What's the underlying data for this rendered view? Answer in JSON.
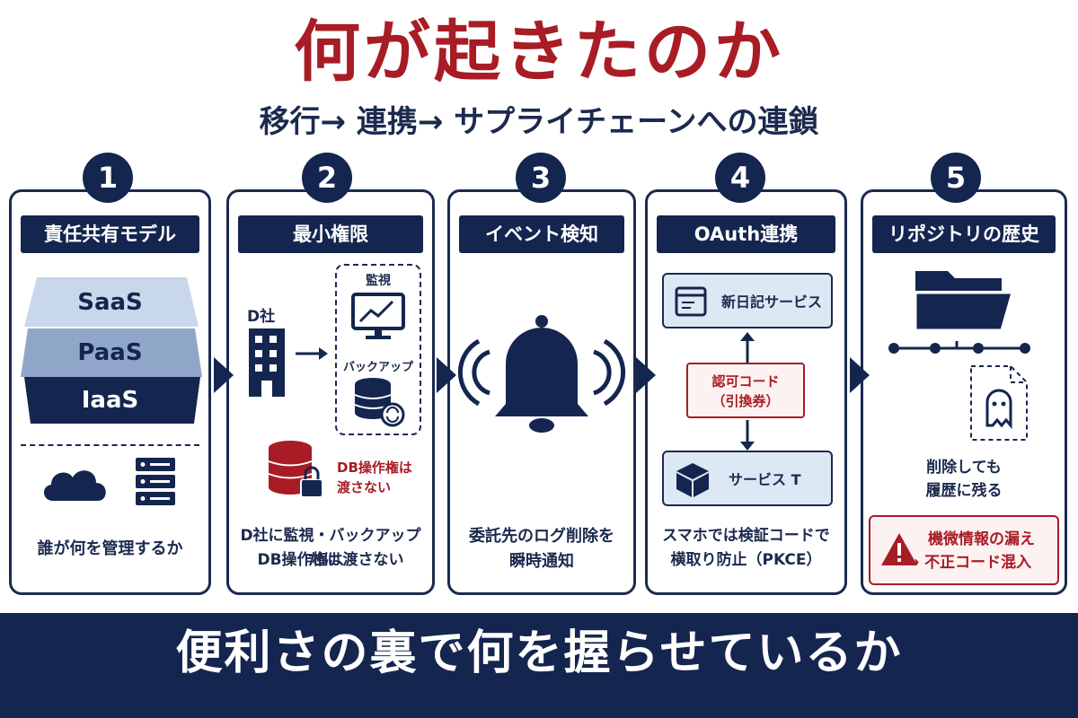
{
  "title": "何が起きたのか",
  "subtitle": "移行→ 連携→ サプライチェーンへの連鎖",
  "steps": [
    {
      "number": "1",
      "header": "責任共有モデル",
      "layers": [
        "SaaS",
        "PaaS",
        "IaaS"
      ],
      "caption": "誰が何を管理するか",
      "icons": [
        "cloud-icon",
        "server-rack-icon"
      ]
    },
    {
      "number": "2",
      "header": "最小権限",
      "company": "D社",
      "monitor_label": "監視",
      "backup_label": "バックアップ",
      "db_note_line1": "DB操作権は",
      "db_note_line2": "渡さない",
      "caption_line1": "D社に監視・バックアップだけ、",
      "caption_line2": "DB操作権は渡さない",
      "icons": [
        "building-icon",
        "monitor-chart-icon",
        "database-sync-icon",
        "locked-database-icon"
      ]
    },
    {
      "number": "3",
      "header": "イベント検知",
      "caption_line1": "委託先のログ削除を",
      "caption_line2": "瞬時通知",
      "icons": [
        "bell-icon"
      ]
    },
    {
      "number": "4",
      "header": "OAuth連携",
      "service_top": "新日記サービス",
      "ticket_line1": "認可コード",
      "ticket_line2": "（引換券）",
      "service_bottom": "サービス T",
      "caption_line1": "スマホでは検証コードで",
      "caption_line2": "横取り防止（PKCE）",
      "icons": [
        "window-icon",
        "cube-icon"
      ]
    },
    {
      "number": "5",
      "header": "リポジトリの歴史",
      "note_line1": "削除しても",
      "note_line2": "履歴に残る",
      "warning_line1": "機微情報の漏え",
      "warning_line2": "→ 不正コード混入",
      "icons": [
        "folder-icon",
        "commit-timeline-icon",
        "ghost-file-icon",
        "warning-icon"
      ]
    }
  ],
  "banner": "便利さの裏で何を握らせているか",
  "colors": {
    "navy": "#14264f",
    "red": "#a81c25",
    "light_blue": "#dde8f5",
    "layer_saas": "#c9d7ea",
    "layer_paas": "#8fa6c8"
  }
}
